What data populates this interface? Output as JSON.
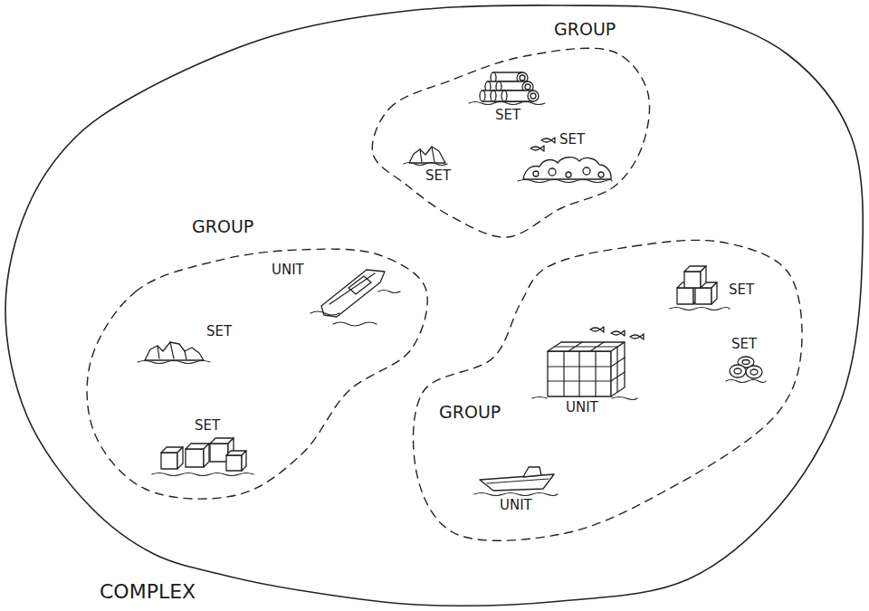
{
  "diagram": {
    "nodes": [
      {
        "text": [
          "COMPLEX"
        ]
      },
      {
        "text": [
          "GROUP"
        ],
        "in": 0
      },
      {
        "text": [
          "GROUP"
        ],
        "in": 0
      },
      {
        "text": [
          "GROUP"
        ],
        "in": 0
      }
    ],
    "labels": [
      "SET",
      "SET",
      "SET",
      "UNIT",
      "SET",
      "SET",
      "SET",
      "UNIT",
      "SET",
      "UNIT"
    ]
  }
}
